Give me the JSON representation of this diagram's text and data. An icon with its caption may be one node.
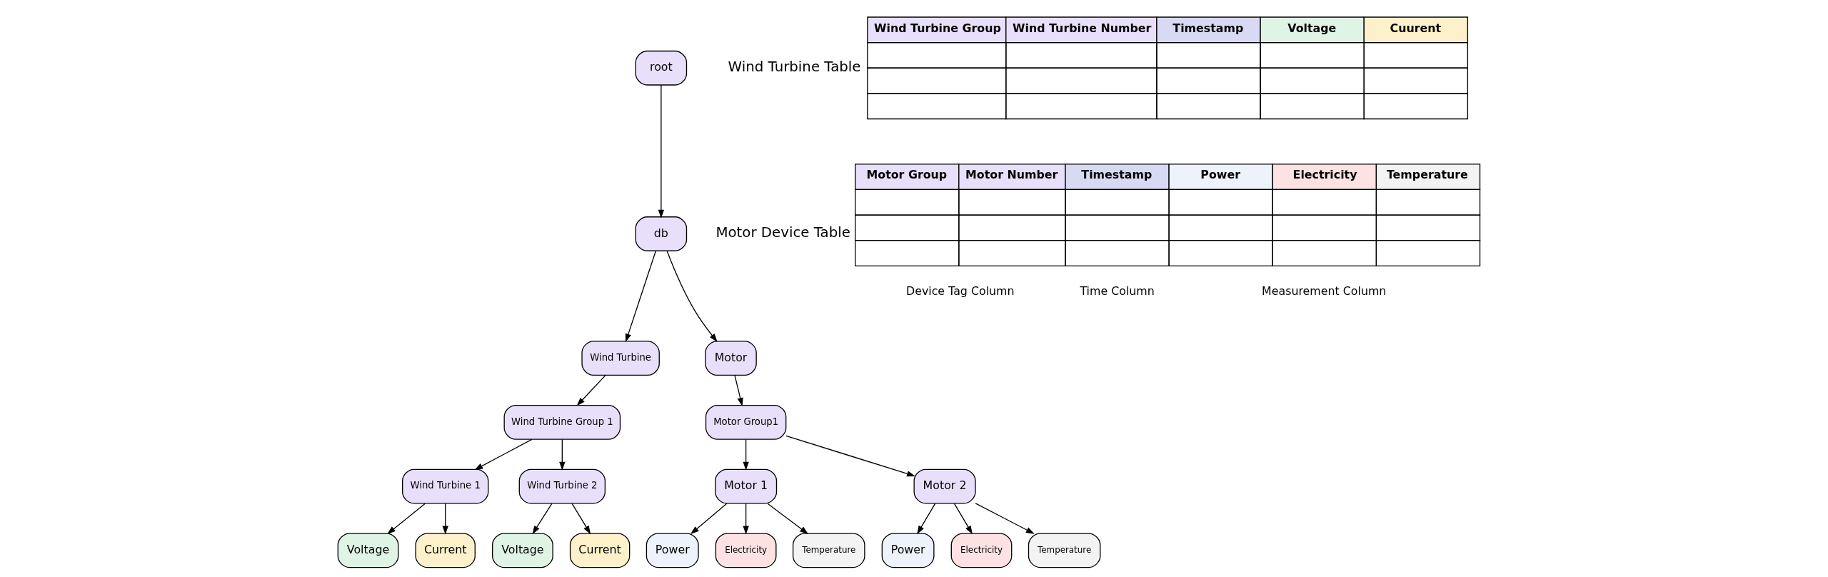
{
  "diagram": {
    "nodes": [
      {
        "text": [
          "root"
        ]
      },
      {
        "text": [
          "db"
        ]
      },
      {
        "text": [
          "Wind Turbine"
        ]
      },
      {
        "text": [
          "Motor"
        ]
      },
      {
        "text": [
          "Wind Turbine Group 1"
        ]
      },
      {
        "text": [
          "Motor Group1"
        ]
      },
      {
        "text": [
          "Wind Turbine 1"
        ]
      },
      {
        "text": [
          "Wind Turbine 2"
        ]
      },
      {
        "text": [
          "Motor 1"
        ]
      },
      {
        "text": [
          "Motor 2"
        ]
      },
      {
        "text": [
          "Voltage"
        ]
      },
      {
        "text": [
          "Current"
        ]
      },
      {
        "text": [
          "Voltage"
        ]
      },
      {
        "text": [
          "Current"
        ]
      },
      {
        "text": [
          "Power"
        ]
      },
      {
        "text": [
          "Electricity"
        ]
      },
      {
        "text": [
          "Temperature"
        ]
      },
      {
        "text": [
          "Power"
        ]
      },
      {
        "text": [
          "Electricity"
        ]
      },
      {
        "text": [
          "Temperature"
        ]
      }
    ],
    "edges": [
      {
        "from": 0,
        "to": 1,
        "arrow": "to"
      },
      {
        "from": 1,
        "to": 2,
        "arrow": "to"
      },
      {
        "from": 1,
        "to": 3,
        "arrow": "to"
      },
      {
        "from": 2,
        "to": 4,
        "arrow": "to"
      },
      {
        "from": 3,
        "to": 5,
        "arrow": "to"
      },
      {
        "from": 4,
        "to": 6,
        "arrow": "to"
      },
      {
        "from": 4,
        "to": 7,
        "arrow": "to"
      },
      {
        "from": 5,
        "to": 8,
        "arrow": "to"
      },
      {
        "from": 5,
        "to": 9,
        "arrow": "to"
      },
      {
        "from": 6,
        "to": 10,
        "arrow": "to"
      },
      {
        "from": 6,
        "to": 11,
        "arrow": "to"
      },
      {
        "from": 7,
        "to": 12,
        "arrow": "to"
      },
      {
        "from": 7,
        "to": 13,
        "arrow": "to"
      },
      {
        "from": 8,
        "to": 14,
        "arrow": "to"
      },
      {
        "from": 8,
        "to": 15,
        "arrow": "to"
      },
      {
        "from": 8,
        "to": 16,
        "arrow": "to"
      },
      {
        "from": 9,
        "to": 17,
        "arrow": "to"
      },
      {
        "from": 9,
        "to": 18,
        "arrow": "to"
      },
      {
        "from": 9,
        "to": 19,
        "arrow": "to"
      }
    ],
    "labels": [
      "Wind Turbine Table",
      "Wind Turbine Group",
      "Wind Turbine Number",
      "Timestamp",
      "Voltage",
      "Cuurent",
      "Motor Device Table",
      "Motor Group",
      "Motor Number",
      "Timestamp",
      "Power",
      "Electricity",
      "Temperature",
      "Device Tag Column",
      "Time Column",
      "Measurement Column"
    ]
  }
}
